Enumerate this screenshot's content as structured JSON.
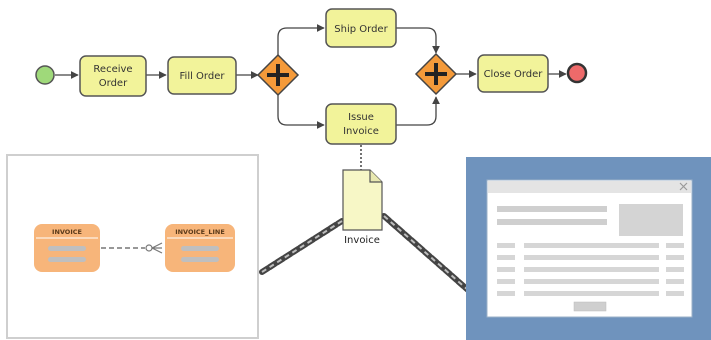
{
  "process": {
    "tasks": {
      "receive_order": [
        "Receive",
        "Order"
      ],
      "fill_order": "Fill Order",
      "ship_order": "Ship Order",
      "issue_invoice": [
        "Issue",
        "Invoice"
      ],
      "close_order": "Close Order"
    },
    "document_label": "Invoice"
  },
  "data_model": {
    "entities": [
      "INVOICE",
      "INVOICE_LINE"
    ]
  },
  "colors": {
    "task_fill": "#f2f39a",
    "task_stroke": "#555555",
    "gateway_fill": "#f49a3a",
    "start_event": "#9fd97a",
    "end_event": "#ee6a6a",
    "entity_fill": "#f7b57a",
    "window_frame": "#6f93bd",
    "chain": "#555555"
  }
}
